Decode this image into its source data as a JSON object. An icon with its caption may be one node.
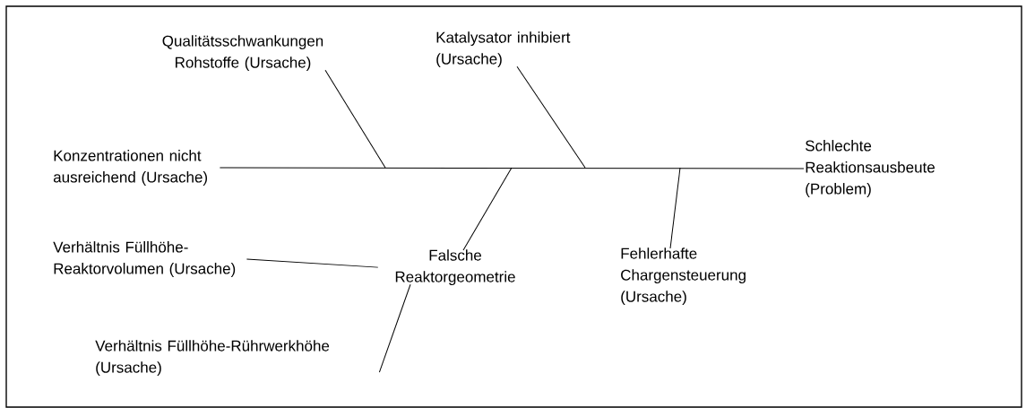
{
  "diagram": {
    "nodes": [
      {
        "text": [
          "Qualitätsschwankungen Rohstoffe (Ursache)"
        ]
      },
      {
        "text": [
          "Katalysator inhibiert (Ursache)"
        ]
      },
      {
        "text": [
          "Konzentrationen nicht ausreichend (Ursache)"
        ]
      },
      {
        "text": [
          "Schlechte Reaktionsausbeute (Problem)"
        ]
      },
      {
        "text": [
          "Verhältnis Füllhöhe-Reaktorvolumen (Ursache)"
        ]
      },
      {
        "text": [
          "Falsche Reaktorgeometrie"
        ]
      },
      {
        "text": [
          "Fehlerhafte Chargensteuerung (Ursache)"
        ]
      },
      {
        "text": [
          "Verhältnis Füllhöhe-Rührwerkhöhe (Ursache)"
        ]
      }
    ],
    "edges": [
      {
        "from": 2,
        "to": 3,
        "arrow": "none"
      },
      {
        "from": 0,
        "to": null,
        "arrow": "none"
      },
      {
        "from": 1,
        "to": null,
        "arrow": "none"
      },
      {
        "from": 5,
        "to": null,
        "arrow": "none"
      },
      {
        "from": 6,
        "to": null,
        "arrow": "none"
      },
      {
        "from": 4,
        "to": 5,
        "arrow": "none"
      },
      {
        "from": 7,
        "to": 5,
        "arrow": "none"
      }
    ]
  }
}
